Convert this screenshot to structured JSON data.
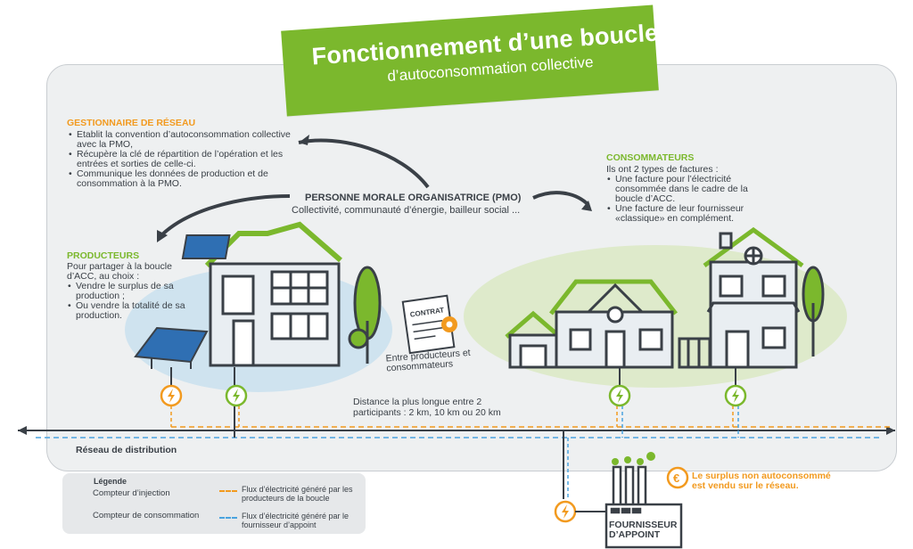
{
  "banner": {
    "title": "Fonctionnement d’une boucle",
    "subtitle": "d’autoconsommation collective"
  },
  "gestionnaire": {
    "heading": "GESTIONNAIRE DE RÉSEAU",
    "items": [
      "Etablit la convention d’autoconsommation collective avec la PMO,",
      "Récupère la clé de répartition de l’opération et les entrées et sorties de celle-ci.",
      "Communique les données de production et de consommation à la PMO."
    ]
  },
  "pmo": {
    "title": "PERSONNE MORALE ORGANISATRICE (PMO)",
    "subtitle": "Collectivité, communauté d’énergie, bailleur social ..."
  },
  "consommateurs": {
    "heading": "CONSOMMATEURS",
    "intro": "Ils ont 2 types de factures :",
    "items": [
      "Une facture pour l’électricité consommée dans le cadre de la boucle d’ACC.",
      "Une facture de leur fournisseur «classique» en complément."
    ]
  },
  "producteurs": {
    "heading": "PRODUCTEURS",
    "intro": "Pour partager à la boucle d’ACC, au choix :",
    "items": [
      "Vendre le surplus de sa production ;",
      "Ou vendre la totalité de sa production."
    ]
  },
  "contrat": {
    "label": "CONTRAT",
    "caption": "Entre producteurs et consommateurs"
  },
  "distance": "Distance la plus longue entre 2 participants : 2 km, 10 km ou 20 km",
  "reseau_label": "Réseau de distribution",
  "surplus_note": "Le surplus non autoconsommé est vendu sur le réseau.",
  "euro_symbol": "€",
  "fournisseur_label": "FOURNISSEUR D’APPOINT",
  "legend": {
    "title": "Légende",
    "injection": "Compteur d’injection",
    "consommation": "Compteur de consommation",
    "flux_producteurs": "Flux d’électricité généré par les producteurs de la boucle",
    "flux_fournisseur": "Flux d’électricité généré par le fournisseur d’appoint"
  },
  "colors": {
    "green": "#7bb82d",
    "orange": "#f29a1f",
    "blue": "#4aa3df",
    "dark": "#3a4047"
  },
  "icons": [
    "lightning-icon",
    "gear-icon",
    "euro-icon",
    "solar-panel-icon",
    "tree-icon",
    "factory-icon",
    "arrow-icon"
  ]
}
